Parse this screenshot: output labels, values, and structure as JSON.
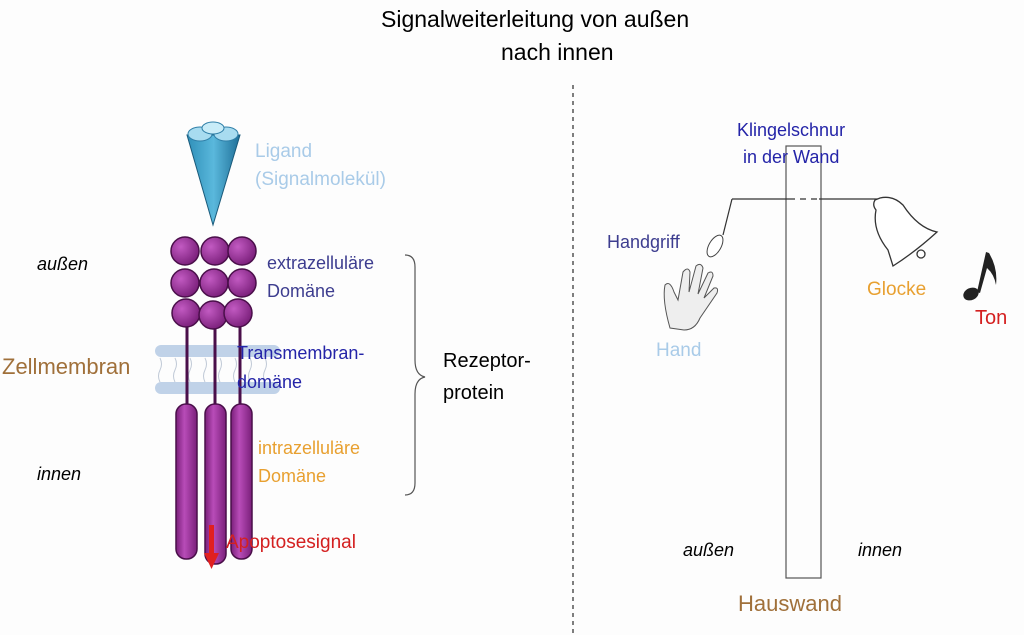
{
  "title": {
    "line1": "Signalweiterleitung von außen",
    "line2": "nach innen"
  },
  "left": {
    "ligand": {
      "line1": "Ligand",
      "line2": "(Signalmolekül)"
    },
    "extracellular": {
      "line1": "extrazelluläre",
      "line2": "Domäne"
    },
    "transmembrane": {
      "line1": "Transmembran-",
      "line2": "domäne"
    },
    "intracellular": {
      "line1": "intrazelluläre",
      "line2": "Domäne"
    },
    "receptor": {
      "line1": "Rezeptor-",
      "line2": "protein"
    },
    "outside": "außen",
    "inside": "innen",
    "membrane": "Zellmembran",
    "signal": "Apoptosesignal"
  },
  "right": {
    "cord": {
      "line1": "Klingelschnur",
      "line2": "in der Wand"
    },
    "handle": "Handgriff",
    "hand": "Hand",
    "bell": "Glocke",
    "tone": "Ton",
    "outside": "außen",
    "inside": "innen",
    "wall": "Hauswand"
  },
  "colors": {
    "light_blue": "#a9cbe8",
    "navy": "#3d3d8f",
    "blue": "#2424a8",
    "orange": "#e8a030",
    "red": "#d42020",
    "brown": "#a0703a",
    "purple": "#8e2f8e"
  }
}
